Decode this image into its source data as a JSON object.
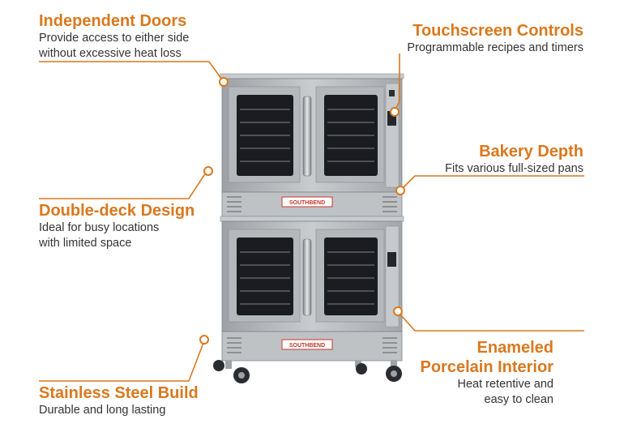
{
  "callouts": {
    "independent_doors": {
      "title": "Independent Doors",
      "desc1": "Provide access to either side",
      "desc2": "without excessive heat loss"
    },
    "touchscreen_controls": {
      "title": "Touchscreen Controls",
      "desc1": "Programmable recipes and timers"
    },
    "bakery_depth": {
      "title": "Bakery Depth",
      "desc1": "Fits various full-sized pans"
    },
    "double_deck": {
      "title": "Double-deck Design",
      "desc1": "Ideal for busy locations",
      "desc2": "with limited space"
    },
    "enameled": {
      "title1": "Enameled",
      "title2": "Porcelain Interior",
      "desc1": "Heat retentive and",
      "desc2": "easy to clean"
    },
    "stainless": {
      "title": "Stainless Steel Build",
      "desc1": "Durable and long lasting"
    }
  },
  "brand": {
    "logo_text": "SOUTHBEND"
  },
  "colors": {
    "accent": "#d9781e",
    "steel": "#b9bcbf",
    "glass": "#1a1c20",
    "logo_red": "#c8362b"
  }
}
